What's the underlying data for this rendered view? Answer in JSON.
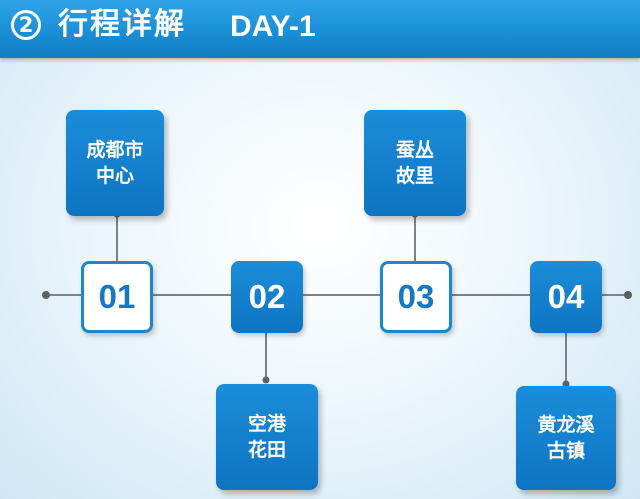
{
  "header": {
    "number": "②",
    "title": "行程详解",
    "day": "DAY-1"
  },
  "timeline": {
    "nodes": [
      {
        "label": "01",
        "style": "outline"
      },
      {
        "label": "02",
        "style": "filled"
      },
      {
        "label": "03",
        "style": "outline"
      },
      {
        "label": "04",
        "style": "filled"
      }
    ],
    "stops": [
      {
        "line1": "成都市",
        "line2": "中心"
      },
      {
        "line1": "空港",
        "line2": "花田"
      },
      {
        "line1": "蚕丛",
        "line2": "故里"
      },
      {
        "line1": "黄龙溪",
        "line2": "古镇"
      }
    ]
  },
  "colors": {
    "header_blue": "#1b8fd6",
    "box_blue": "#1280cf",
    "line_gray": "#7d8289"
  }
}
